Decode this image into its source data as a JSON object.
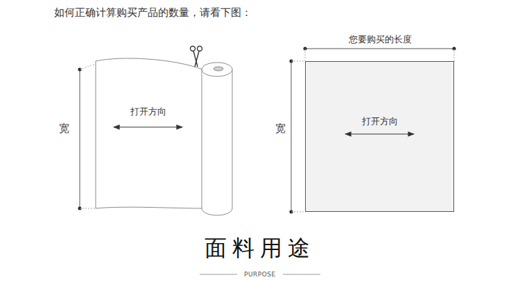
{
  "diagram": {
    "title": "如何正确计算购买产品的数量，请看下图：",
    "nodes": [
      {
        "text": [
          "打开方向"
        ]
      },
      {
        "text": [
          "打开方向"
        ]
      }
    ],
    "labels": [
      "宽",
      "您要购买的长度",
      "宽",
      "面料用途",
      "PURPOSE"
    ]
  }
}
